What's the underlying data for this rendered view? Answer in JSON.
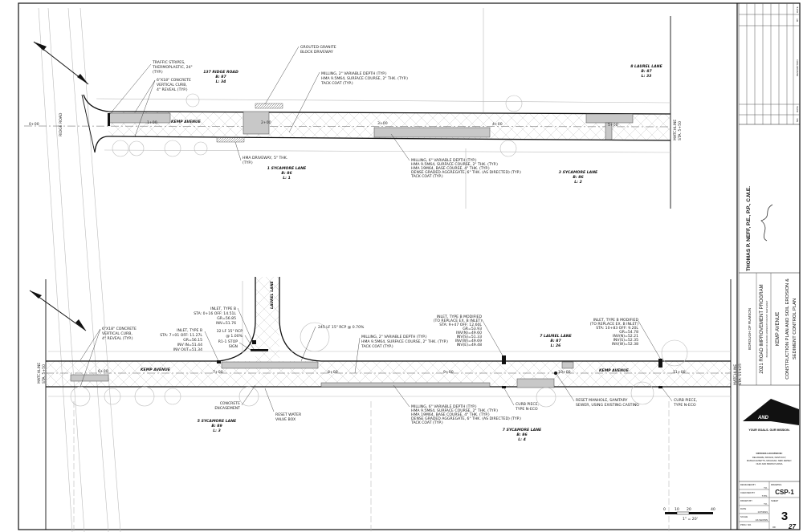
{
  "plan_top": {
    "road_label": "KEMP AVENUE",
    "stations": [
      "0+00",
      "1+00",
      "2+00",
      "3+00",
      "4+00",
      "5+00"
    ],
    "cross_street": "RIDGE ROAD",
    "matchline": [
      "MATCHLINE",
      "STA. 5+50"
    ],
    "notes": {
      "traffic_stripes": [
        "TRAFFIC STRIPES,",
        "THERMOPLASTIC, 24\"",
        "(TYP.)"
      ],
      "curb": [
        "6\"X18\" CONCRETE",
        "VERTICAL CURB,",
        "4\" REVEAL (TYP.)"
      ],
      "granite": [
        "GROUTED GRANITE",
        "BLOCK DRIVEWAY"
      ],
      "milling2": [
        "MILLING, 2\" VARIABLE DEPTH (TYP.)",
        "HMA 9.5M64, SURFACE COURSE, 2\" THK. (TYP.)",
        "TACK COAT (TYP.)"
      ],
      "hma_driveway": [
        "HMA DRIVEWAY, 5\" THK.",
        "(TYP.)"
      ],
      "milling6": [
        "MILLING, 6\" VARIABLE DEPTH (TYP.)",
        "HMA 9.5M64, SURFACE COURSE, 2\" THK. (TYP.)",
        "HMA 19M64, BASE COURSE, 4\" THK. (TYP.)",
        "DENSE GRADED AGGREGATE, 6\" THK. (AS DIRECTED) (TYP.)",
        "TACK COAT (TYP.)"
      ]
    },
    "lots": [
      [
        "137 RIDGE ROAD",
        "B: 87",
        "L: 34"
      ],
      [
        "1 SYCAMORE LANE",
        "B: 86",
        "L: 1"
      ],
      [
        "3 SYCAMORE LANE",
        "B: 86",
        "L: 2"
      ],
      [
        "8 LAUREL LANE",
        "B: 87",
        "L: 33"
      ]
    ]
  },
  "plan_bottom": {
    "road_label": "KEMP AVENUE",
    "side_street": "LAUREL LANE",
    "stations": [
      "6+00",
      "7+00",
      "8+00",
      "9+00",
      "10+00",
      "11+00"
    ],
    "matchline_left": [
      "MATCHLINE",
      "STA. 5+50"
    ],
    "matchline_right": [
      "MATCHLINE",
      "STA. 11+25"
    ],
    "notes": {
      "curb": [
        "6\"X18\" CONCRETE",
        "VERTICAL CURB,",
        "4\" REVEAL (TYP.)"
      ],
      "inlet_a": [
        "INLET, TYPE B",
        "STA: 7+01 OFF: 11.27L",
        "GR=56.15",
        "INV IN=51.44",
        "INV OUT=51.34"
      ],
      "inlet_b": [
        "INLET, TYPE B",
        "STA: 0+16 OFF: 14.51L",
        "GR=56.85",
        "INV=51.76"
      ],
      "rcp32": [
        "32 LF 15\" RCP",
        "@ 1.00%"
      ],
      "stop_sign": [
        "R1-1 STOP",
        "SIGN"
      ],
      "rcp245": [
        "245 LF 15\" RCP @ 0.70%"
      ],
      "milling2": [
        "MILLING, 2\" VARIABLE DEPTH (TYP.)",
        "HMA 9.5M64, SURFACE COURSE, 2\" THK. (TYP.)",
        "TACK COAT (TYP.)"
      ],
      "inlet_c": [
        "INLET, TYPE B MODIFIED",
        "(TO REPLACE EX. B INLET)",
        "STA: 9+47 OFF: 12.60L",
        "GR=53.93",
        "INV(N)=49.60",
        "INV(S)=51.33",
        "INV(W)=49.69",
        "INV(E)=49.48"
      ],
      "inlet_d": [
        "INLET, TYPE B MODIFIED",
        "(TO REPLACE EX. B INLET)",
        "STA: 10+83 OFF: 9.20L",
        "GR=54.78",
        "INV(N)=52.21",
        "INV(S)=52.35",
        "INV(W)=52.38"
      ],
      "encasement": [
        "CONCRETE",
        "ENCASEMENT"
      ],
      "water_valve": [
        "RESET WATER",
        "VALVE BOX"
      ],
      "milling6": [
        "MILLING, 6\" VARIABLE DEPTH (TYP.)",
        "HMA 9.5M64, SURFACE COURSE, 2\" THK. (TYP.)",
        "HMA 19M64, BASE COURSE, 4\" THK. (TYP.)",
        "DENSE GRADED AGGREGATE, 6\" THK. (AS DIRECTED) (TYP.)",
        "TACK COAT (TYP.)"
      ],
      "curb_piece1": [
        "CURB PIECE,",
        "TYPE N-ECO"
      ],
      "manhole": [
        "RESET MANHOLE, SANITARY",
        "SEWER, USING EXISTING CASTING"
      ],
      "curb_piece2": [
        "CURB PIECE,",
        "TYPE N-ECO"
      ]
    },
    "lots": [
      [
        "5 SYCAMORE LANE",
        "B: 89",
        "L: 3"
      ],
      [
        "7 LAUREL LANE",
        "B: 87",
        "L: 26"
      ],
      [
        "7 SYCAMORE LANE",
        "B: 86",
        "L: 4"
      ]
    ]
  },
  "scale_bar": {
    "ticks": [
      "0",
      "10",
      "20",
      "40"
    ],
    "label": "1\" = 20'"
  },
  "title_block": {
    "engineer": "THOMAS P. NEFF, P.E., P.P., C.M.E.",
    "client": "BOROUGH OF RUMSON",
    "program": "2021 ROAD IMPROVEMENT PROGRAM",
    "location": "BOROUGH OF RUMSON, MONMOUTH COUNTY, NEW JERSEY",
    "street": "KEMP AVENUE",
    "title_line1": "CONSTRUCTION PLAN AND SOIL EROSION &",
    "title_line2": "SEDIMENT CONTROL PLAN",
    "revision_headers": [
      "DATE",
      "BY",
      "DESCRIPTION",
      "DATE",
      "NO."
    ],
    "logo_word": "AND",
    "tagline": "YOUR GOALS. OUR MISSION.",
    "offices_heading": "OFFICES LOCATED IN:",
    "offices": [
      "DELAWARE, INDIANA, KENTUCKY,",
      "MASSACHUSETTS, MICHIGAN, NEW JERSEY,",
      "OHIO AND PENNSYLVANIA"
    ],
    "fields": [
      {
        "label": "DESIGNED BY",
        "value": "T.K."
      },
      {
        "label": "CHECKED BY",
        "value": "T.P.N."
      },
      {
        "label": "DRAWN BY",
        "value": "T.K."
      },
      {
        "label": "DATE",
        "value": "1/27/2021"
      },
      {
        "label": "SCALE",
        "value": "AS SHOWN"
      },
      {
        "label": "PROJ. NO.",
        "value": ""
      }
    ],
    "drawing_label": "DRAWING",
    "drawing_no": "CSP-1",
    "sheet_label": "SHEET",
    "sheet_no": "3",
    "of_label": "OF",
    "total_sheets": "27"
  }
}
